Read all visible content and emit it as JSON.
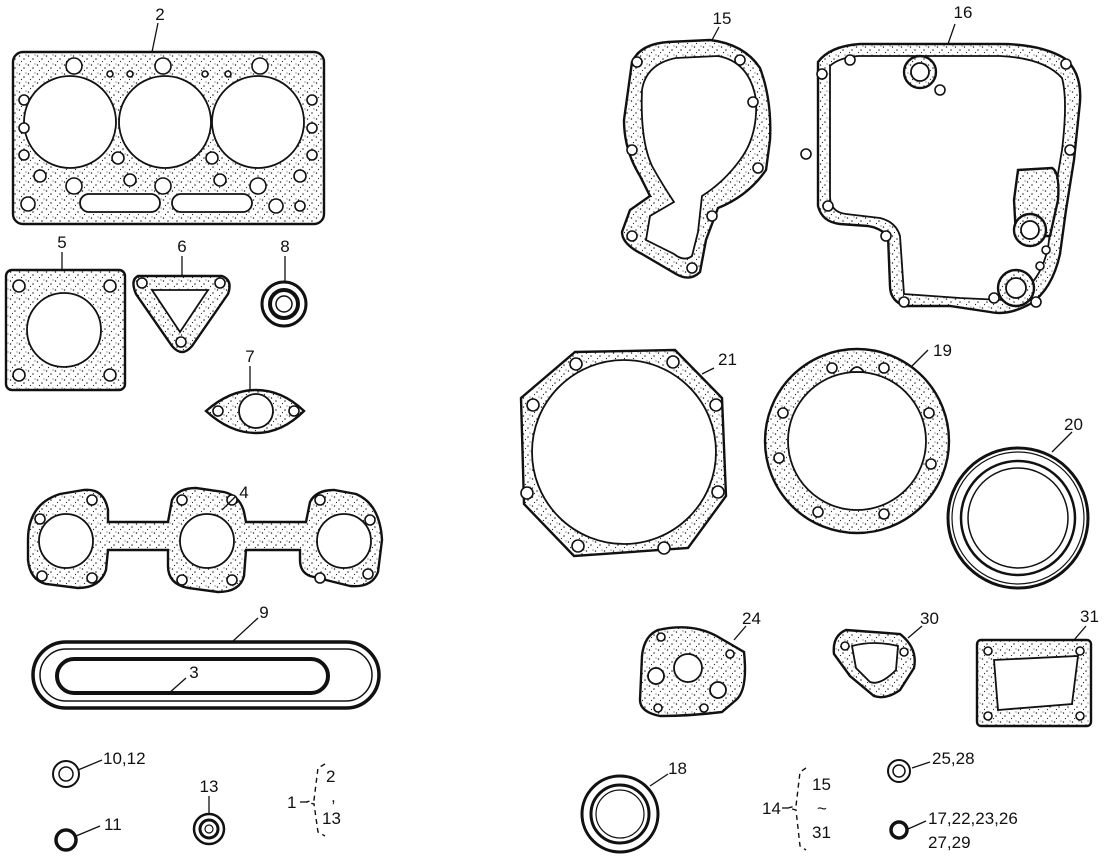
{
  "labels": {
    "p2": "2",
    "p3": "3",
    "p4": "4",
    "p5": "5",
    "p6": "6",
    "p7": "7",
    "p8": "8",
    "p9": "9",
    "p10_12": "10,12",
    "p11": "11",
    "p13": "13",
    "set1_num": "1",
    "set1_top": "2",
    "set1_mid": ",",
    "set1_bot": "13",
    "p15": "15",
    "p16": "16",
    "p18": "18",
    "p19": "19",
    "p20": "20",
    "p21": "21",
    "p24": "24",
    "p30": "30",
    "p31": "31",
    "set14_num": "14",
    "set14_top": "15",
    "set14_mid": "~",
    "set14_bot": "31",
    "p25_28": "25,28",
    "p17_line1": "17,22,23,26",
    "p17_line2": "27,29"
  }
}
